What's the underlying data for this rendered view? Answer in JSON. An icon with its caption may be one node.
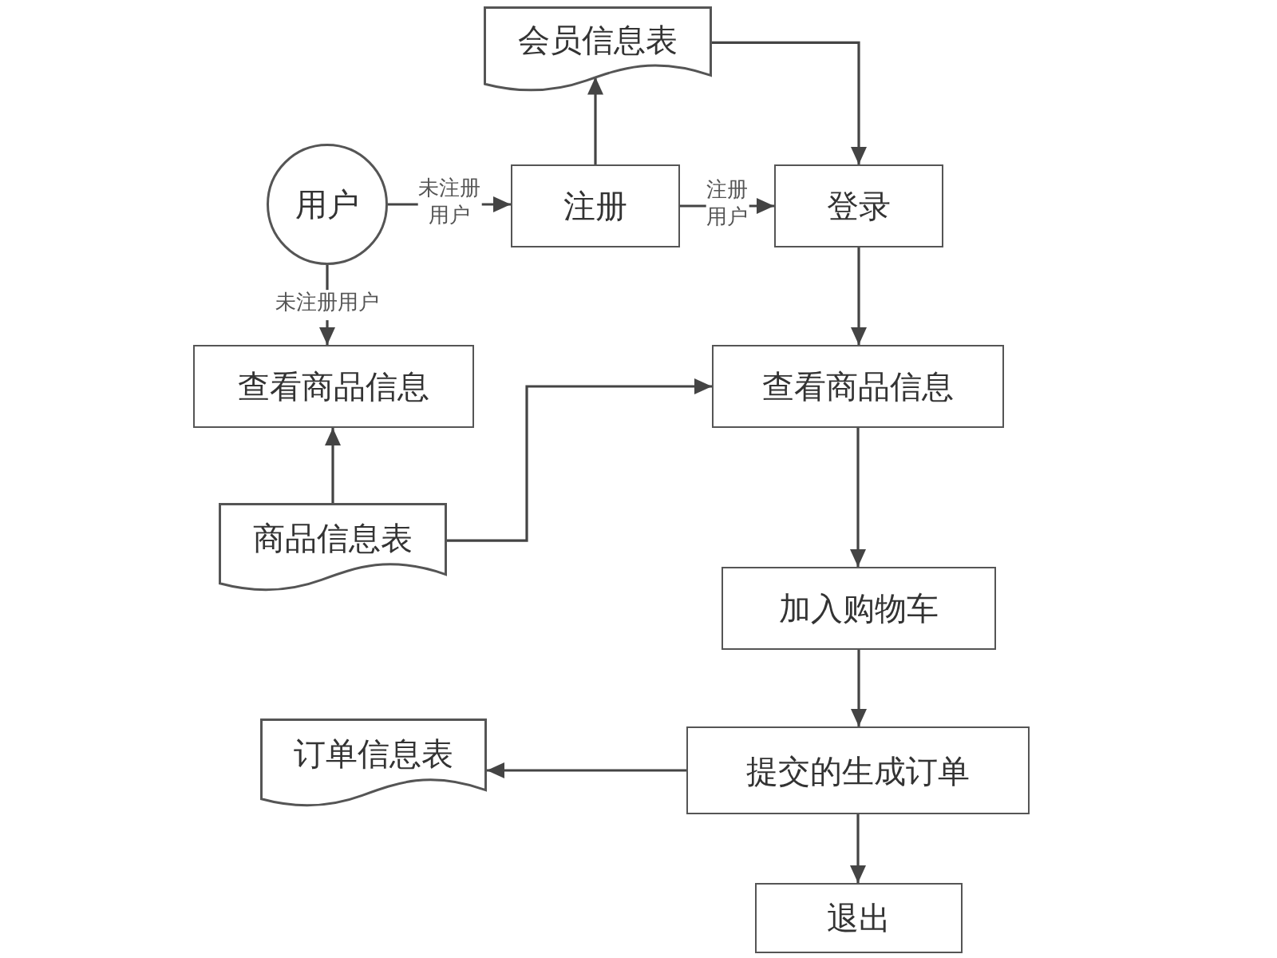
{
  "diagram": {
    "nodes": [
      {
        "text": [
          "会员信息表"
        ]
      },
      {
        "text": [
          "用户"
        ]
      },
      {
        "text": [
          "注册"
        ]
      },
      {
        "text": [
          "登录"
        ]
      },
      {
        "text": [
          "查看商品信息"
        ]
      },
      {
        "text": [
          "查看商品信息"
        ]
      },
      {
        "text": [
          "商品信息表"
        ]
      },
      {
        "text": [
          "加入购物车"
        ]
      },
      {
        "text": [
          "订单信息表"
        ]
      },
      {
        "text": [
          "提交的生成订单"
        ]
      },
      {
        "text": [
          "退出"
        ]
      }
    ],
    "edges": [
      {
        "from": 1,
        "to": 2,
        "arrow": "to",
        "label": "未注册用户"
      },
      {
        "from": 2,
        "to": 0,
        "arrow": "to"
      },
      {
        "from": 2,
        "to": 3,
        "arrow": "to",
        "label": "注册用户"
      },
      {
        "from": 0,
        "to": 3,
        "arrow": "to"
      },
      {
        "from": 1,
        "to": 4,
        "arrow": "to",
        "label": "未注册用户"
      },
      {
        "from": 3,
        "to": 5,
        "arrow": "to"
      },
      {
        "from": 6,
        "to": 4,
        "arrow": "to"
      },
      {
        "from": 6,
        "to": 5,
        "arrow": "to"
      },
      {
        "from": 5,
        "to": 7,
        "arrow": "to"
      },
      {
        "from": 7,
        "to": 9,
        "arrow": "to"
      },
      {
        "from": 9,
        "to": 8,
        "arrow": "to"
      },
      {
        "from": 9,
        "to": 10,
        "arrow": "to"
      }
    ]
  }
}
